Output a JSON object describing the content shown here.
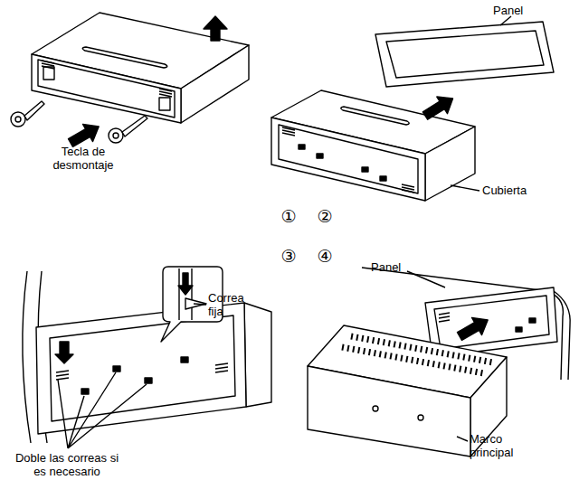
{
  "diagram": {
    "labels": [
      "Panel",
      "Tecla de desmontaje",
      "Cubierta",
      "①",
      "②",
      "③",
      "④",
      "Panel",
      "Correa fija",
      "Marco principal",
      "Doble las correas si es necesario"
    ]
  }
}
